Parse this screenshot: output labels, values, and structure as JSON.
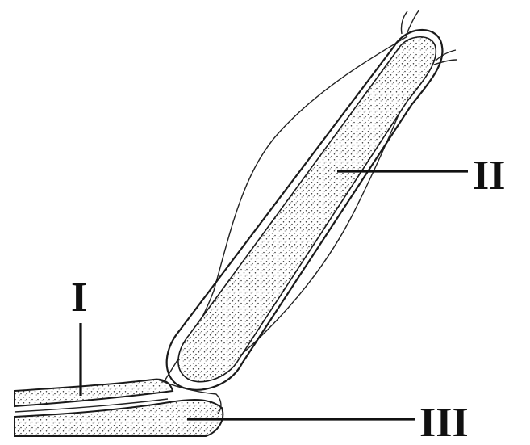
{
  "labels": {
    "one": "I",
    "two": "II",
    "three": "III"
  },
  "colors": {
    "ink": "#111111",
    "background": "#ffffff",
    "stipple": "#333333"
  }
}
